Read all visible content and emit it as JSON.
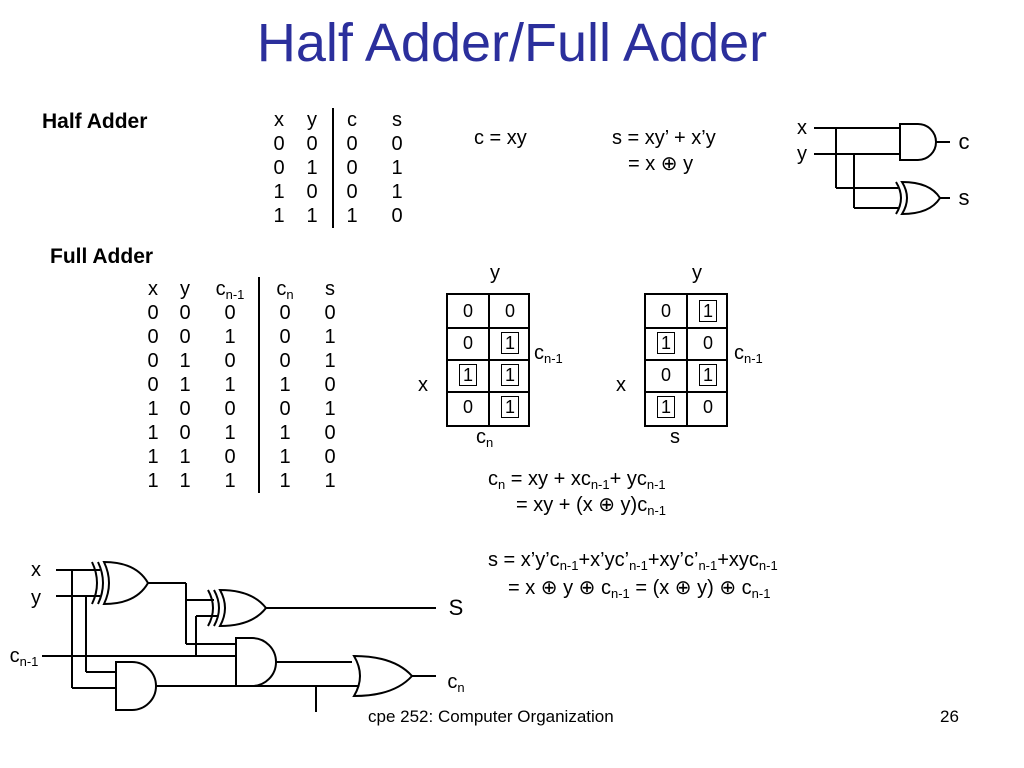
{
  "title": "Half Adder/Full Adder",
  "half_adder": {
    "label": "Half Adder",
    "headers": [
      "x",
      "y",
      "c",
      "s"
    ],
    "rows": [
      [
        "0",
        "0",
        "0",
        "0"
      ],
      [
        "0",
        "1",
        "0",
        "1"
      ],
      [
        "1",
        "0",
        "0",
        "1"
      ],
      [
        "1",
        "1",
        "1",
        "0"
      ]
    ],
    "eq_c": "c = xy",
    "eq_s1": "s = xy’ + x’y",
    "eq_s2": "= x  ⊕  y",
    "circuit": {
      "in_x": "x",
      "in_y": "y",
      "out_c": "c",
      "out_s": "s"
    }
  },
  "full_adder": {
    "label": "Full Adder",
    "headers": {
      "x": "x",
      "y": "y",
      "cin": "c",
      "cin_sub": "n-1",
      "cout": "c",
      "cout_sub": "n",
      "s": "s"
    },
    "rows": [
      [
        "0",
        "0",
        "0",
        "0",
        "0"
      ],
      [
        "0",
        "0",
        "1",
        "0",
        "1"
      ],
      [
        "0",
        "1",
        "0",
        "0",
        "1"
      ],
      [
        "0",
        "1",
        "1",
        "1",
        "0"
      ],
      [
        "1",
        "0",
        "0",
        "0",
        "1"
      ],
      [
        "1",
        "0",
        "1",
        "1",
        "0"
      ],
      [
        "1",
        "1",
        "0",
        "1",
        "0"
      ],
      [
        "1",
        "1",
        "1",
        "1",
        "1"
      ]
    ],
    "kmap_cn": {
      "cells": [
        [
          "0",
          "0"
        ],
        [
          "0",
          "1"
        ],
        [
          "1",
          "1"
        ],
        [
          "0",
          "1"
        ]
      ],
      "boxed": [
        [
          false,
          false
        ],
        [
          false,
          true
        ],
        [
          true,
          true
        ],
        [
          false,
          true
        ]
      ],
      "label_top": "y",
      "label_left": "x",
      "label_right": "c",
      "label_right_sub": "n-1",
      "label_bottom": "c",
      "label_bottom_sub": "n"
    },
    "kmap_s": {
      "cells": [
        [
          "0",
          "1"
        ],
        [
          "1",
          "0"
        ],
        [
          "0",
          "1"
        ],
        [
          "1",
          "0"
        ]
      ],
      "boxed": [
        [
          false,
          true
        ],
        [
          true,
          false
        ],
        [
          false,
          true
        ],
        [
          true,
          false
        ]
      ],
      "label_top": "y",
      "label_left": "x",
      "label_right": "c",
      "label_right_sub": "n-1",
      "label_bottom": "s"
    },
    "eq_cn_1": {
      "a": "c",
      "a_sub": "n",
      "b": " = xy + xc",
      "b_sub": "n-1",
      "c": "+ yc",
      "c_sub": "n-1"
    },
    "eq_cn_2": {
      "a": "= xy + (x ⊕ y)c",
      "a_sub": "n-1"
    },
    "eq_s_1": {
      "a": "s = x’y’c",
      "a_sub": "n-1",
      "b": "+x’yc’",
      "b_sub": "n-1",
      "c": "+xy’c’",
      "c_sub": "n-1",
      "d": "+xyc",
      "d_sub": "n-1"
    },
    "eq_s_2": {
      "a": "= x ⊕ y ⊕ c",
      "a_sub": "n-1",
      "b": " = (x ⊕ y) ⊕ c",
      "b_sub": "n-1"
    },
    "circuit": {
      "in_x": "x",
      "in_y": "y",
      "in_c": "c",
      "in_c_sub": "n-1",
      "out_s": "S",
      "out_c": "c",
      "out_c_sub": "n"
    }
  },
  "footer": {
    "course": "cpe 252: Computer Organization",
    "page": "26"
  }
}
